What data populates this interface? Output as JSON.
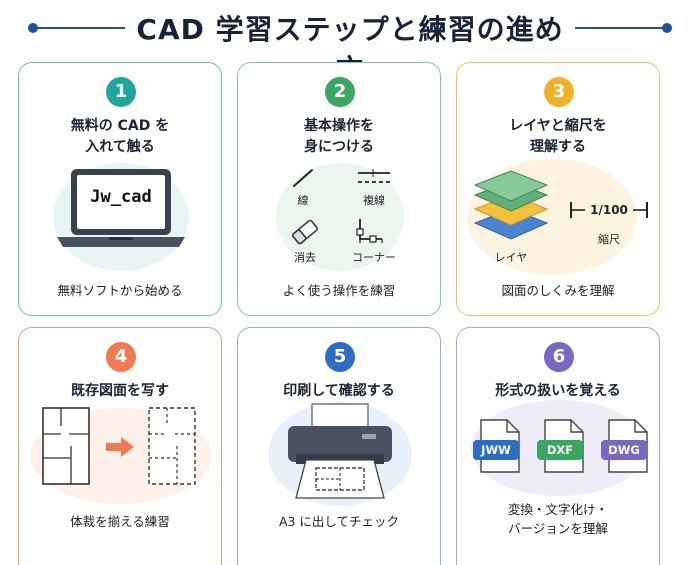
{
  "title": "CAD 学習ステップと練習の進め方",
  "colors": {
    "teal": "#1fa79e",
    "green": "#3aa660",
    "yellow": "#f2b02a",
    "orange": "#f07a52",
    "blue": "#2f6cc7",
    "purple": "#7a67c0",
    "navy": "#1f4fa0"
  },
  "steps": [
    {
      "number": "1",
      "title_lines": [
        "無料の CAD を",
        "入れて触る"
      ],
      "screen_text": "Jw_cad",
      "caption": "無料ソフトから始める",
      "icon": "laptop-icon"
    },
    {
      "number": "2",
      "title_lines": [
        "基本操作を",
        "身につける"
      ],
      "tools": [
        "線",
        "複線",
        "消去",
        "コーナー"
      ],
      "caption": "よく使う操作を練習",
      "icon": "cad-tools-icons"
    },
    {
      "number": "3",
      "title_lines": [
        "レイヤと縮尺を",
        "理解する"
      ],
      "layer_label": "レイヤ",
      "scale_value": "1/100",
      "scale_label": "縮尺",
      "caption": "図面のしくみを理解",
      "icon": "layers-icon"
    },
    {
      "number": "4",
      "title_lines": [
        "既存図面を写す"
      ],
      "caption": "体裁を揃える練習",
      "icon": "floorplan-copy-icon"
    },
    {
      "number": "5",
      "title_lines": [
        "印刷して確認する"
      ],
      "caption": "A3 に出してチェック",
      "icon": "printer-icon"
    },
    {
      "number": "6",
      "title_lines": [
        "形式の扱いを覚える"
      ],
      "formats": [
        "JWW",
        "DXF",
        "DWG"
      ],
      "caption_lines": [
        "変換・文字化け・",
        "バージョンを理解"
      ],
      "icon": "file-format-icons"
    }
  ]
}
